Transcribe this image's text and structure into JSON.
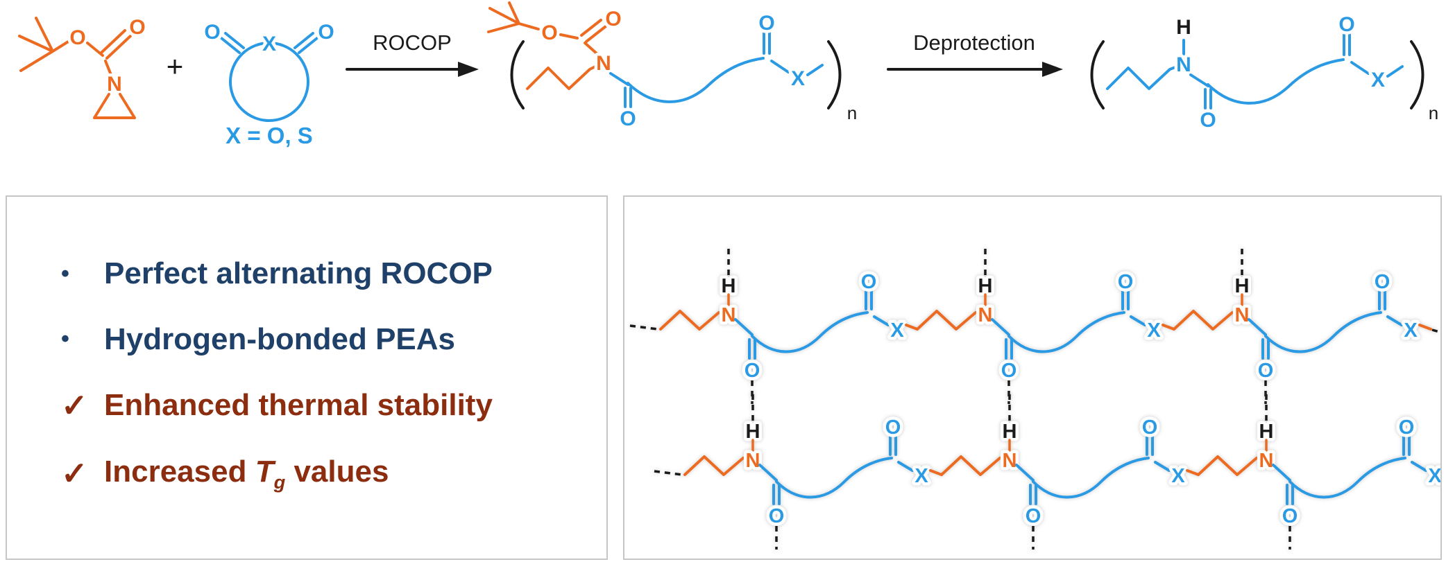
{
  "colors": {
    "orange": "#ED6B21",
    "blue": "#2B9AE4",
    "navy": "#1F4068",
    "maroon": "#8C2D10",
    "ink": "#1A1A1A",
    "panel_border": "#C6C6C6"
  },
  "labels": {
    "O": "O",
    "N": "N",
    "X": "X",
    "H": "H",
    "n": "n",
    "plus": "+"
  },
  "scheme": {
    "anhydride_note": "X = O, S",
    "arrow1": "ROCOP",
    "arrow2": "Deprotection"
  },
  "panel": {
    "bullets": [
      {
        "marker": "•",
        "text": "Perfect alternating ROCOP"
      },
      {
        "marker": "•",
        "text": "Hydrogen-bonded PEAs"
      },
      {
        "marker": "✓",
        "text": "Enhanced thermal stability"
      },
      {
        "marker": "✓",
        "prefix": "Increased ",
        "symbol": "T",
        "subscript": "g",
        "suffix": " values"
      }
    ]
  }
}
